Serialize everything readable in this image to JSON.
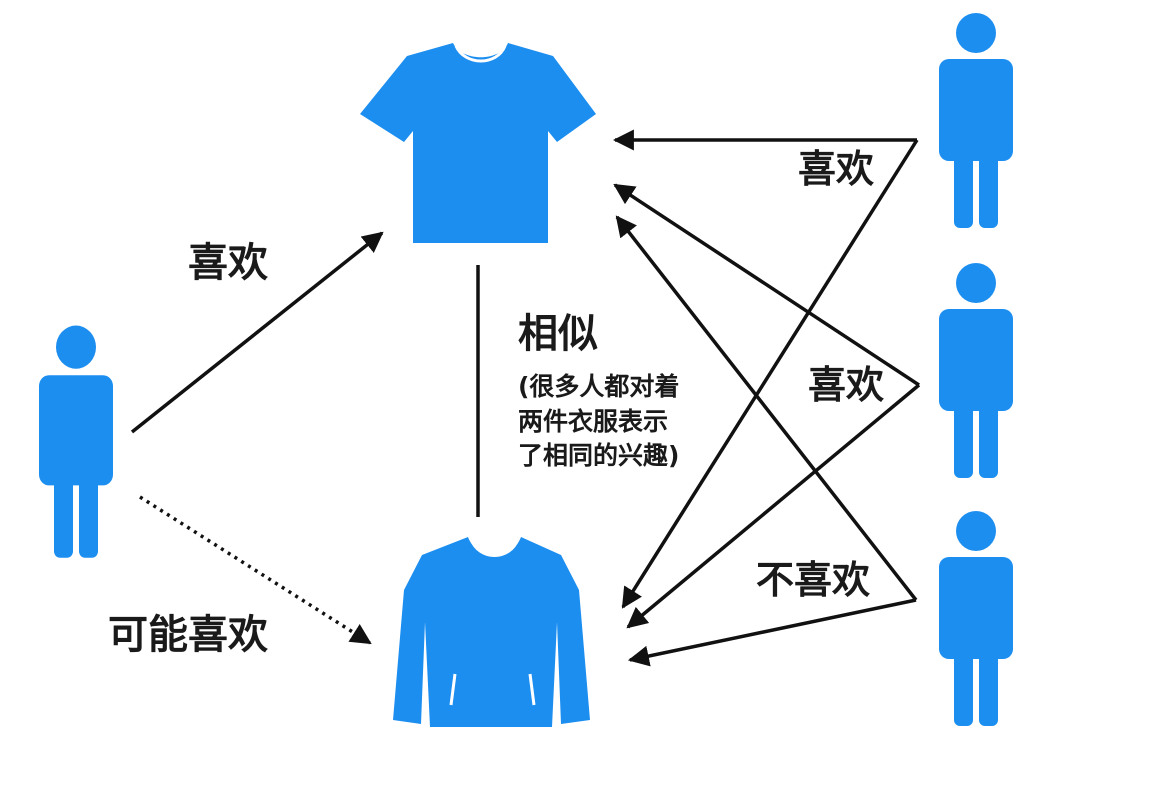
{
  "colors": {
    "figure_blue": "#1c8ef0",
    "line_black": "#111111",
    "background": "#ffffff"
  },
  "labels": {
    "left_likes": "喜欢",
    "left_maybe_likes": "可能喜欢",
    "similar": "相似",
    "similar_note_line1": "(很多人都对着",
    "similar_note_line2": "两件衣服表示",
    "similar_note_line3": "了相同的兴趣)",
    "right_user1_likes": "喜欢",
    "right_user2_likes": "喜欢",
    "right_user3_dislikes": "不喜欢"
  },
  "icons": {
    "tshirt": "tshirt-icon",
    "sweatshirt": "sweatshirt-icon",
    "person": "person-icon"
  }
}
